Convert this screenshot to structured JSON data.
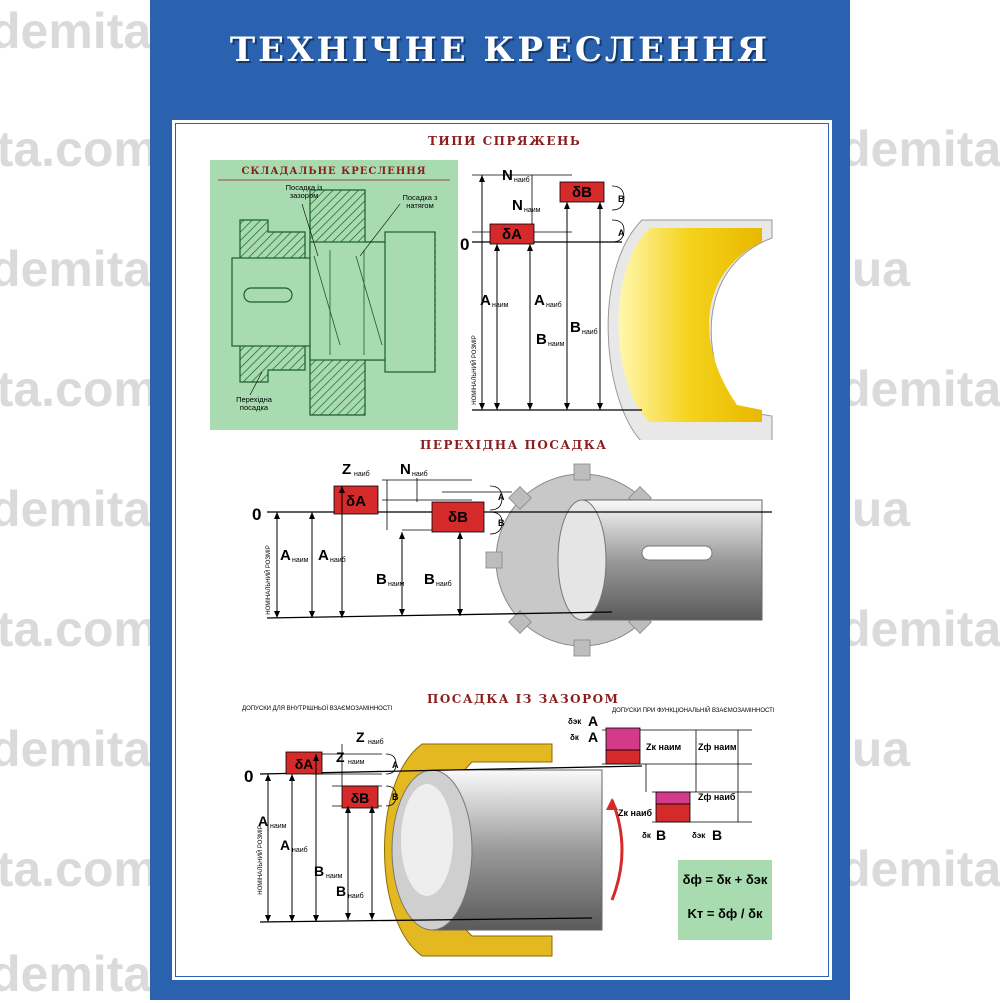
{
  "title": "ТЕХНІЧНЕ КРЕСЛЕННЯ",
  "watermark": "demita.com.ua",
  "sections": {
    "types": "ТИПИ СПРЯЖЕНЬ",
    "assembly": "СКЛАДАЛЬНЕ КРЕСЛЕННЯ",
    "transitional": "ПЕРЕХІДНА ПОСАДКА",
    "clearance": "ПОСАДКА ІЗ ЗАЗОРОМ"
  },
  "assembly_labels": {
    "clearance_fit": "Посадка із зазором",
    "interference_fit": "Посадка з натягом",
    "transitional_fit": "Перехідна посадка"
  },
  "labels": {
    "zero": "0",
    "nominal_size": "НОМІНАЛЬНИЙ РОЗМІР",
    "dA": "δA",
    "dB": "δB",
    "A": "A",
    "B": "B",
    "N": "N",
    "Z": "Z",
    "naim": "наим",
    "naib": "наиб",
    "inner_tol": "ДОПУСКИ ДЛЯ ВНУТРІШНЬОЇ ВЗАЄМОЗАМІННОСТІ",
    "func_tol": "ДОПУСКИ ПРИ ФУНКЦІОНАЛЬНІЙ ВЗАЄМОЗАМІННОСТІ",
    "dek": "δэк",
    "dk": "δк",
    "zk": "Zк наим",
    "zf": "Zф наим",
    "zf2": "Zф наиб",
    "zk2": "Zк наиб"
  },
  "formulas": {
    "f1": "δф = δк + δэк",
    "f2": "Kт = δф / δк"
  },
  "colors": {
    "blue": "#2a62b0",
    "red_box": "#d42a2a",
    "title_red": "#8a1e1e",
    "green": "#a8dcb0",
    "magenta": "#d43a8a"
  }
}
